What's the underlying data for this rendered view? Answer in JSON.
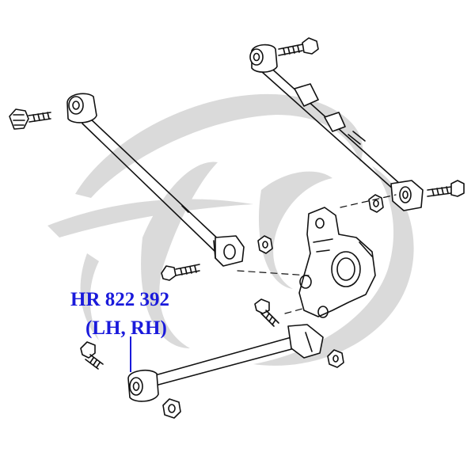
{
  "label": {
    "part_number": "HR 822 392",
    "side_note": "(LH, RH)",
    "color": "#1a1adb"
  },
  "watermark": {
    "icon": "brand-swirl-logo",
    "color": "#d6d6d6"
  },
  "drawing": {
    "line_color": "#111111"
  }
}
